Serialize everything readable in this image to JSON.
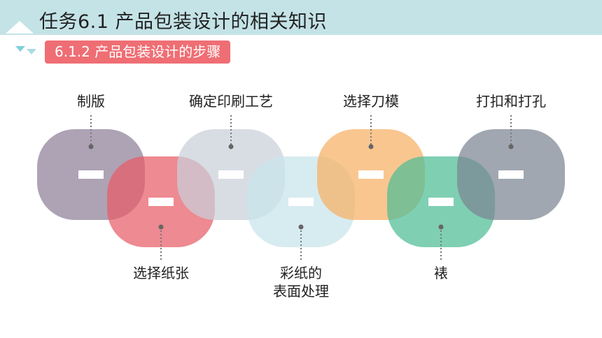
{
  "header": {
    "title": "任务6.1  产品包装设计的相关知识",
    "subtitle": "6.1.2  产品包装设计的步骤"
  },
  "colors": {
    "header_bg": "#c4e3e7",
    "accent": "#ef6e74"
  },
  "steps": [
    {
      "label": "制版",
      "color": "#8e8099",
      "position": "top"
    },
    {
      "label": "选择纸张",
      "color": "#e85d66",
      "position": "bottom"
    },
    {
      "label": "确定印刷工艺",
      "color": "#c9d0da",
      "position": "top"
    },
    {
      "label": "彩纸的表面处理",
      "line1": "彩纸的",
      "line2": "表面处理",
      "color": "#c7e4ea",
      "position": "bottom"
    },
    {
      "label": "选择刀模",
      "color": "#f7b064",
      "position": "top"
    },
    {
      "label": "裱",
      "color": "#4dbc96",
      "position": "bottom"
    },
    {
      "label": "打扣和打孔",
      "color": "#7c8592",
      "position": "top"
    }
  ]
}
